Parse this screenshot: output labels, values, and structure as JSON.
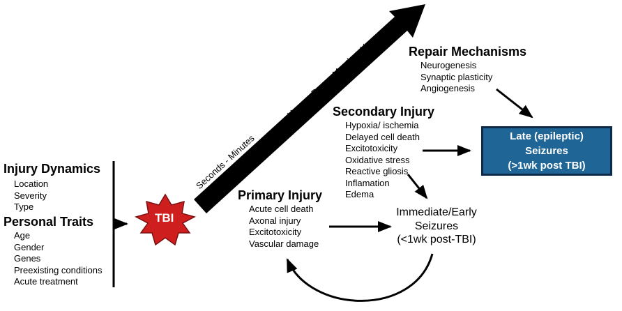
{
  "colors": {
    "late_box_fill": "#1f6596",
    "late_box_border": "#0d2a48",
    "tbi_star": "#cf1e1e",
    "arrow": "#000000"
  },
  "injury_dynamics": {
    "heading": "Injury Dynamics",
    "items": [
      "Location",
      "Severity",
      "Type"
    ]
  },
  "personal_traits": {
    "heading": "Personal Traits",
    "items": [
      "Age",
      "Gender",
      "Genes",
      "Preexisting conditions",
      "Acute treatment"
    ]
  },
  "tbi_label": "TBI",
  "timeline": {
    "early": "Seconds - Minutes",
    "late": "Hours - Days - Months - Years"
  },
  "primary_injury": {
    "heading": "Primary Injury",
    "items": [
      "Acute cell death",
      "Axonal injury",
      "Excitotoxicity",
      "Vascular damage"
    ]
  },
  "secondary_injury": {
    "heading": "Secondary Injury",
    "items": [
      "Hypoxia/ ischemia",
      "Delayed cell death",
      "Excitotoxicity",
      "Oxidative stress",
      "Reactive gliosis",
      "Inflamation",
      "Edema"
    ]
  },
  "repair_mechanisms": {
    "heading": "Repair Mechanisms",
    "items": [
      "Neurogenesis",
      "Synaptic plasticity",
      "Angiogenesis"
    ]
  },
  "immediate_seizures": {
    "line1": "Immediate/Early",
    "line2": "Seizures",
    "line3": "(<1wk post-TBI)"
  },
  "late_seizures": {
    "line1": "Late (epileptic)",
    "line2": "Seizures",
    "line3": "(>1wk post TBI)"
  }
}
